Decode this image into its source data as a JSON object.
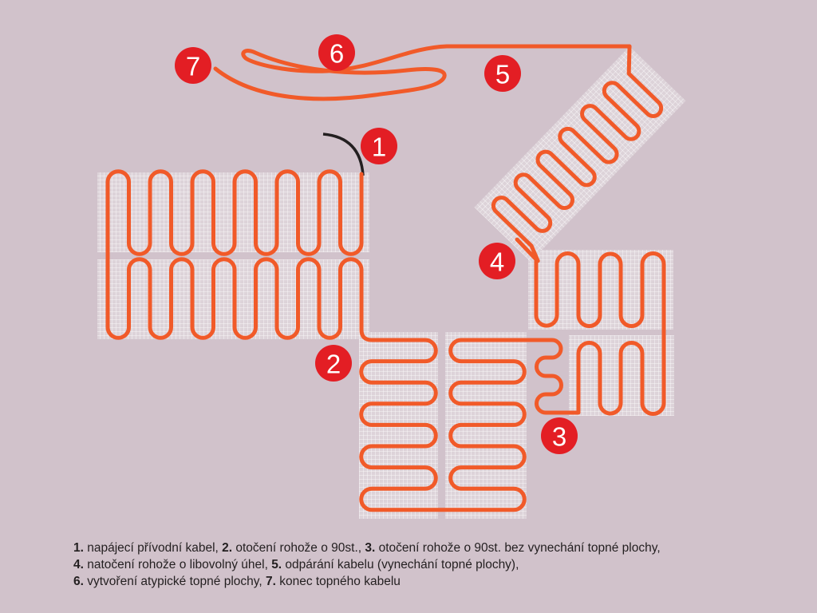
{
  "colors": {
    "background": "#d1c2cb",
    "cable": "#f15a29",
    "lead": "#231f20",
    "badge": "#e31e24",
    "mat_grid": "#ffffff"
  },
  "badges": [
    {
      "label": "1",
      "meaning": "napájecí přívodní kabel"
    },
    {
      "label": "2",
      "meaning": "otočení rohože o 90st."
    },
    {
      "label": "3",
      "meaning": "otočení rohože o 90st. bez vynechání topné plochy"
    },
    {
      "label": "4",
      "meaning": "natočení rohože o libovolný úhel"
    },
    {
      "label": "5",
      "meaning": "odpárání kabelu (vynechání topné plochy)"
    },
    {
      "label": "6",
      "meaning": "vytvoření atypické topné plochy"
    },
    {
      "label": "7",
      "meaning": "konec topného kabelu"
    }
  ],
  "caption": {
    "lines": [
      [
        {
          "num": "1.",
          "text": " napájecí přívodní kabel, "
        },
        {
          "num": "2.",
          "text": " otočení rohože o 90st., "
        },
        {
          "num": "3.",
          "text": " otočení rohože o 90st. bez vynechání topné plochy,"
        }
      ],
      [
        {
          "num": "4.",
          "text": " natočení rohože o libovolný úhel, "
        },
        {
          "num": "5.",
          "text": " odpárání kabelu (vynechání topné plochy),"
        }
      ],
      [
        {
          "num": "6.",
          "text": " vytvoření atypické topné plochy, "
        },
        {
          "num": "7.",
          "text": " konec topného kabelu"
        }
      ]
    ]
  }
}
